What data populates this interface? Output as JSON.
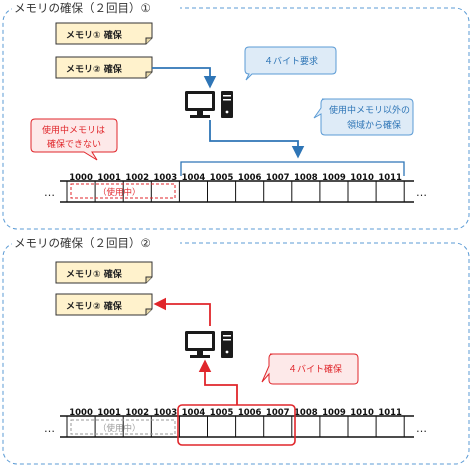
{
  "colors": {
    "blue": "#2e75b6",
    "red": "#e0262b",
    "grid": "#000000",
    "yellow": "#fff2cc",
    "callout_blue": "#deebf7",
    "callout_red": "#fde9e9"
  },
  "panel1": {
    "title": "メモリの確保（２回目）①",
    "notes": [
      "メモリ① 確保",
      "メモリ② 確保"
    ],
    "request": "４バイト要求",
    "callout_blue": [
      "使用中メモリ以外の",
      "領域から確保"
    ],
    "callout_red": [
      "使用中メモリは",
      "確保できない"
    ],
    "in_use": "（使用中）",
    "addresses": [
      "1000",
      "1001",
      "1002",
      "1003",
      "1004",
      "1005",
      "1006",
      "1007",
      "1008",
      "1009",
      "1010",
      "1011"
    ],
    "ellipsis": "…"
  },
  "panel2": {
    "title": "メモリの確保（２回目）②",
    "notes": [
      "メモリ① 確保",
      "メモリ② 確保"
    ],
    "callout_red": "４バイト確保",
    "in_use": "（使用中）",
    "addresses": [
      "1000",
      "1001",
      "1002",
      "1003",
      "1004",
      "1005",
      "1006",
      "1007",
      "1008",
      "1009",
      "1010",
      "1011"
    ],
    "ellipsis": "…"
  }
}
